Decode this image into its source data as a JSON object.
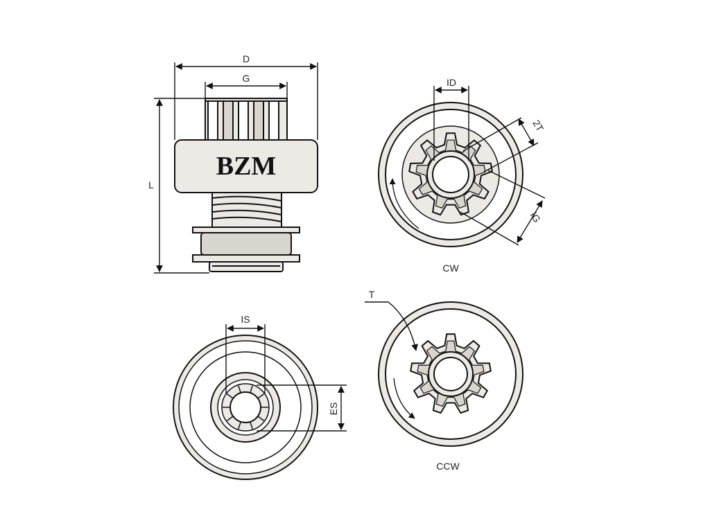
{
  "brand": "BZM",
  "dimensions": {
    "D": "D",
    "G": "G",
    "L": "L",
    "ID": "ID",
    "two_T": "2T",
    "IG": "IG",
    "IS": "IS",
    "ES": "ES",
    "T": "T"
  },
  "views": {
    "cw_label": "CW",
    "ccw_label": "CCW"
  },
  "teeth_count": 9,
  "colors": {
    "fill": "#eceae5",
    "fill_dark": "#d9d6cf",
    "stroke": "#111111"
  }
}
